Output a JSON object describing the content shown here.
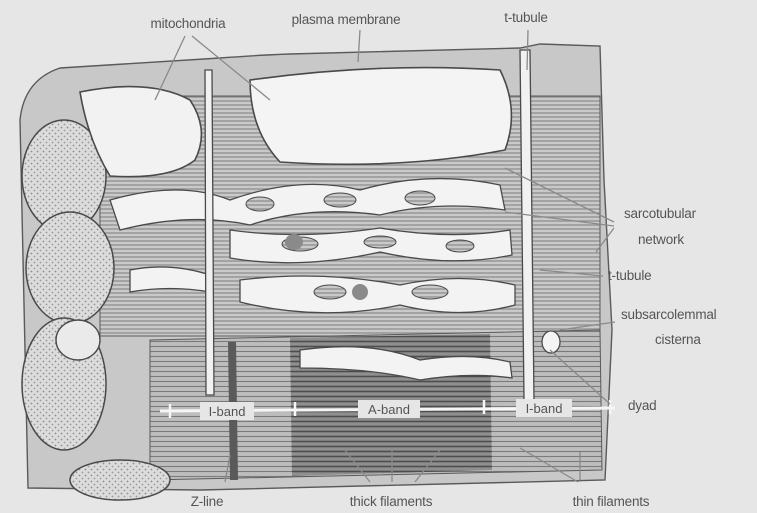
{
  "labels": {
    "mitochondria": "mitochondria",
    "plasma_membrane": "plasma membrane",
    "t_tubule_top": "t-tubule",
    "sarcotubular_1": "sarcotubular",
    "sarcotubular_2": "network",
    "t_tubule_side": "t-tubule",
    "subsarcolemmal_1": "subsarcolemmal",
    "subsarcolemmal_2": "cisterna",
    "dyad": "dyad",
    "i_band_left": "I-band",
    "a_band": "A-band",
    "i_band_right": "I-band",
    "z_line": "Z-line",
    "thick_filaments": "thick filaments",
    "thin_filaments": "thin filaments"
  },
  "colors": {
    "background": "#e6e6e6",
    "ink": "#5a5a5a",
    "membrane": "#f4f4f4",
    "leader": "#8a8a8a"
  }
}
